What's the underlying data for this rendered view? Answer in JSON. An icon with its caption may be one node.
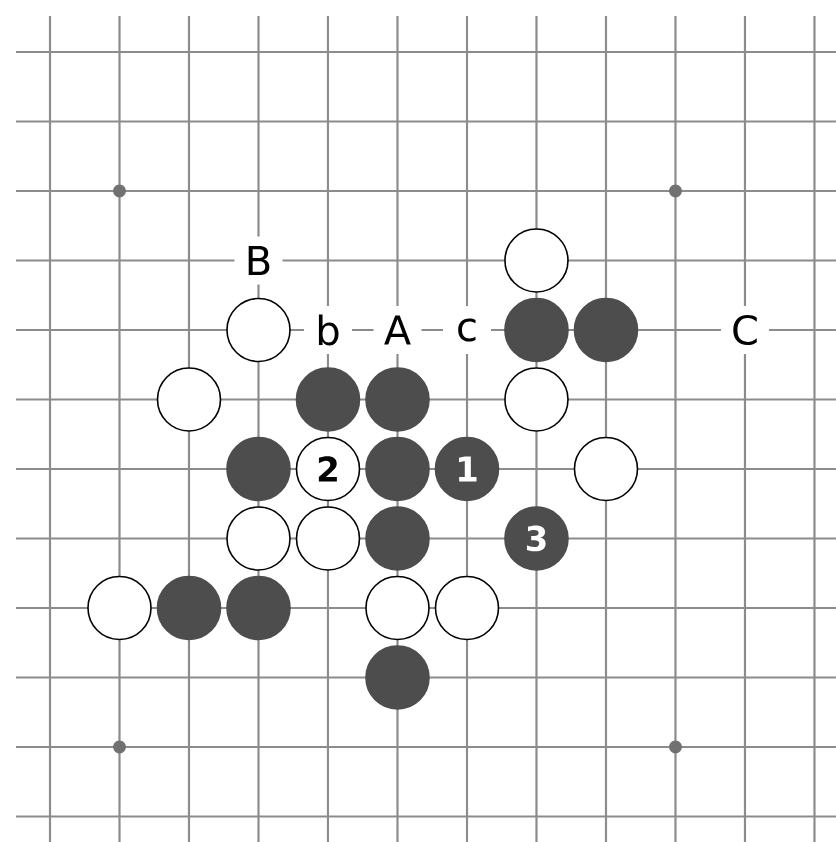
{
  "diagram": {
    "nodes": [
      {
        "text": [],
        "shape": "circle"
      },
      {
        "text": [],
        "shape": "circle"
      },
      {
        "text": [],
        "shape": "circle"
      },
      {
        "text": [],
        "shape": "circle"
      },
      {
        "text": [],
        "shape": "circle"
      },
      {
        "text": [],
        "shape": "circle"
      },
      {
        "text": [],
        "shape": "circle"
      },
      {
        "text": [],
        "shape": "circle"
      },
      {
        "text": [],
        "shape": "circle"
      },
      {
        "text": [
          "2"
        ]
      },
      {
        "text": [],
        "shape": "circle"
      },
      {
        "text": [
          "1"
        ]
      },
      {
        "text": [],
        "shape": "circle"
      },
      {
        "text": [],
        "shape": "circle"
      },
      {
        "text": [],
        "shape": "circle"
      },
      {
        "text": [],
        "shape": "circle"
      },
      {
        "text": [
          "3"
        ]
      },
      {
        "text": [],
        "shape": "circle"
      },
      {
        "text": [],
        "shape": "circle"
      },
      {
        "text": [],
        "shape": "circle"
      },
      {
        "text": [],
        "shape": "circle"
      },
      {
        "text": [],
        "shape": "circle"
      },
      {
        "text": [],
        "shape": "circle"
      }
    ],
    "labels": [
      "B",
      "b",
      "A",
      "c",
      "C"
    ]
  }
}
